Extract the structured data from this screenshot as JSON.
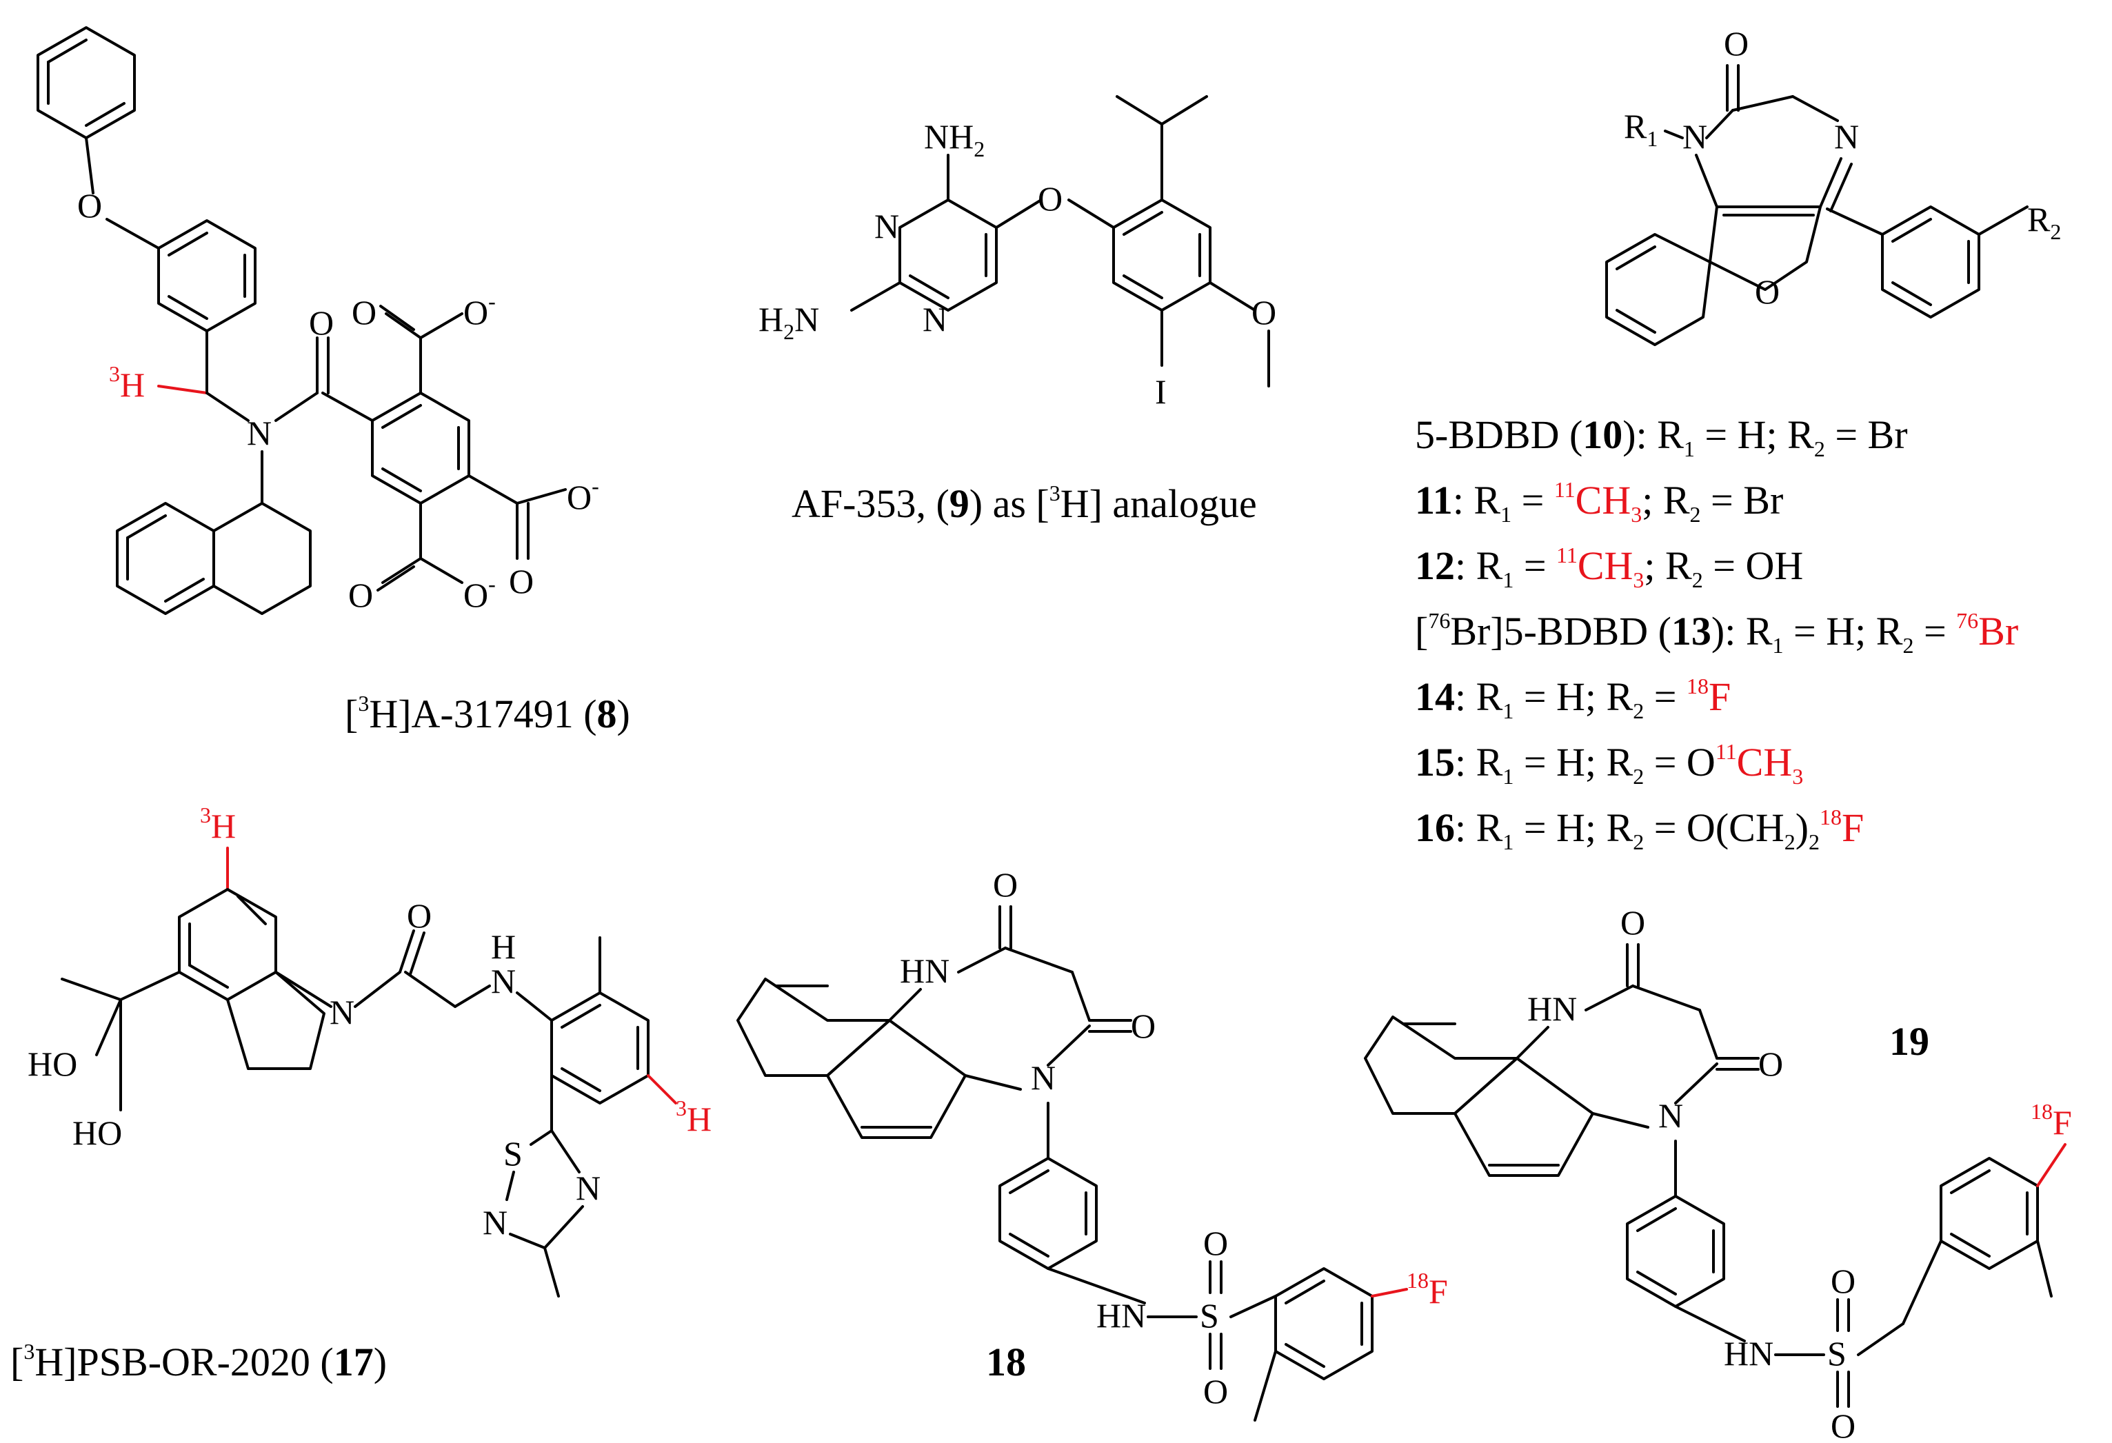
{
  "colors": {
    "ink": "#000000",
    "isotope": "#e8141c",
    "background": "#ffffff"
  },
  "compounds": {
    "c8": {
      "label_prefix": "[",
      "sup": "3",
      "label_mid": "H]A-317491 (",
      "number": "8",
      "label_suffix": ")",
      "atoms": {
        "O": "O",
        "N": "N",
        "H": "H",
        "iso": "3",
        "minus": "-"
      }
    },
    "c9": {
      "label_main": "AF-353, (",
      "number": "9",
      "label_after": ") as [",
      "sup": "3",
      "label_end": "H] analogue",
      "atoms": {
        "NH2_top": "NH",
        "NH2_left": "H",
        "two": "2",
        "N": "N",
        "O": "O",
        "I": "I"
      }
    },
    "c10": {
      "atoms": {
        "O": "O",
        "N": "N",
        "R": "R",
        "one": "1",
        "two": "2"
      }
    },
    "c17": {
      "label_prefix": "[",
      "sup": "3",
      "label_mid": "H]PSB-OR-2020 (",
      "number": "17",
      "label_suffix": ")",
      "atoms": {
        "H": "H",
        "iso": "3",
        "O": "O",
        "N": "N",
        "S": "S",
        "HO": "HO"
      }
    },
    "c18": {
      "number": "18",
      "atoms": {
        "HN": "HN",
        "O": "O",
        "N": "N",
        "S": "S",
        "F": "F",
        "iso": "18"
      }
    },
    "c19": {
      "number": "19",
      "atoms": {
        "HN": "HN",
        "O": "O",
        "N": "N",
        "S": "S",
        "F": "F",
        "iso": "18"
      }
    }
  },
  "substituents": [
    {
      "prefix": "5-BDBD (",
      "number": "10",
      "suffix": "): R",
      "r1": "1",
      "r1_val": " = H; R",
      "r2": "2",
      "r2_val": " = Br"
    },
    {
      "number": "11",
      "text1": ": R",
      "r1": "1",
      "text2": " = ",
      "iso1": "11",
      "iso1_group": "CH",
      "iso1_sub": "3",
      "text3": "; R",
      "r2": "2",
      "text4": " = Br"
    },
    {
      "number": "12",
      "text1": ": R",
      "r1": "1",
      "text2": " = ",
      "iso1": "11",
      "iso1_group": "CH",
      "iso1_sub": "3",
      "text3": "; R",
      "r2": "2",
      "text4": " = OH"
    },
    {
      "prefix_open": "[",
      "sup": "76",
      "prefix_close": "Br]5-BDBD (",
      "number": "13",
      "text1": "): R",
      "r1": "1",
      "text2": " = H; R",
      "r2": "2",
      "text3": " = ",
      "iso": "76",
      "iso_group": "Br"
    },
    {
      "number": "14",
      "text1": ": R",
      "r1": "1",
      "text2": " = H; R",
      "r2": "2",
      "text3": " = ",
      "iso": "18",
      "iso_group": "F"
    },
    {
      "number": "15",
      "text1": ": R",
      "r1": "1",
      "text2": " = H; R",
      "r2": "2",
      "text3": " = O",
      "iso": "11",
      "iso_group": "CH",
      "iso_sub": "3"
    },
    {
      "number": "16",
      "text1": ": R",
      "r1": "1",
      "text2": " = H; R",
      "r2": "2",
      "text3": " = O(CH",
      "sub": "2",
      "text4": ")",
      "sub2": "2",
      "iso": "18",
      "iso_group": "F"
    }
  ]
}
